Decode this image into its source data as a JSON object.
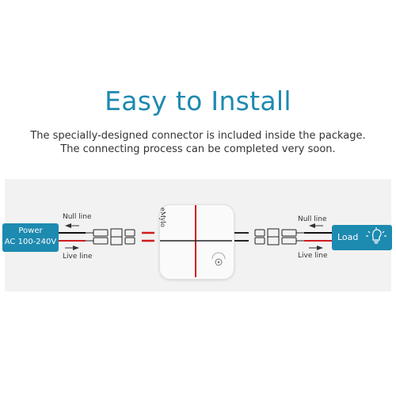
{
  "title": "Easy to Install",
  "subtitle_line1": "The specially-designed connector is included inside the package.",
  "subtitle_line2": "The connecting process can be completed very soon.",
  "power_box": {
    "line1": "Power",
    "line2": "AC 100-240V"
  },
  "load_box": {
    "label": "Load",
    "icon": "light-bulb-icon"
  },
  "left_labels": {
    "null_line": "Null line",
    "live_line": "Live line"
  },
  "right_labels": {
    "null_line": "Null line",
    "live_line": "Live line"
  },
  "device": {
    "brand": "eMylo",
    "icon": "wifi-signal-icon"
  },
  "colors": {
    "accent": "#1d8ab0",
    "live_wire": "#d01c1c",
    "null_wire": "#111111"
  }
}
